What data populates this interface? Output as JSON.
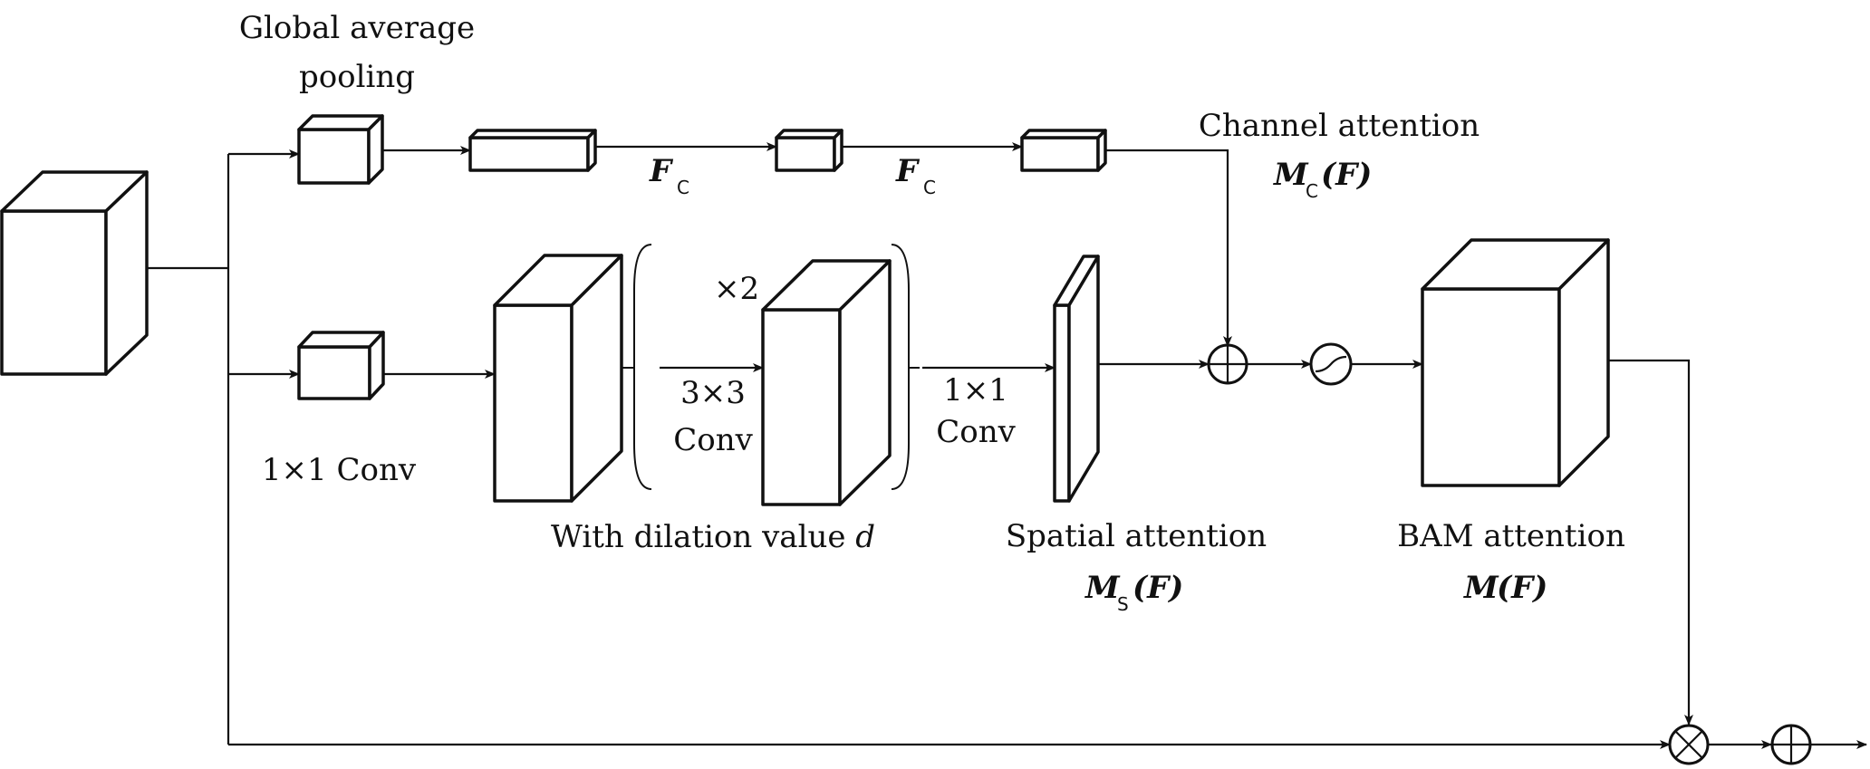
{
  "labels": {
    "gap_line1": "Global average",
    "gap_line2": "pooling",
    "fc1": "F",
    "fc1_sub": "C",
    "fc2": "F",
    "fc2_sub": "C",
    "channel_line1": "Channel attention",
    "channel_m": "M",
    "channel_m_sub": "C",
    "channel_f": "(F)",
    "times2": "×2",
    "conv3_line1": "3×3",
    "conv3_line2": "Conv",
    "conv1b_line1": "1×1",
    "conv1b_line2": "Conv",
    "conv1a": "1×1 Conv",
    "dilation": "With dilation value ",
    "dilation_var": "d",
    "spatial_line1": "Spatial attention",
    "spatial_m": "M",
    "spatial_m_sub": "S",
    "spatial_f": "(F)",
    "bam_line1": "BAM attention",
    "bam_m": "M",
    "bam_f": "(F)"
  }
}
